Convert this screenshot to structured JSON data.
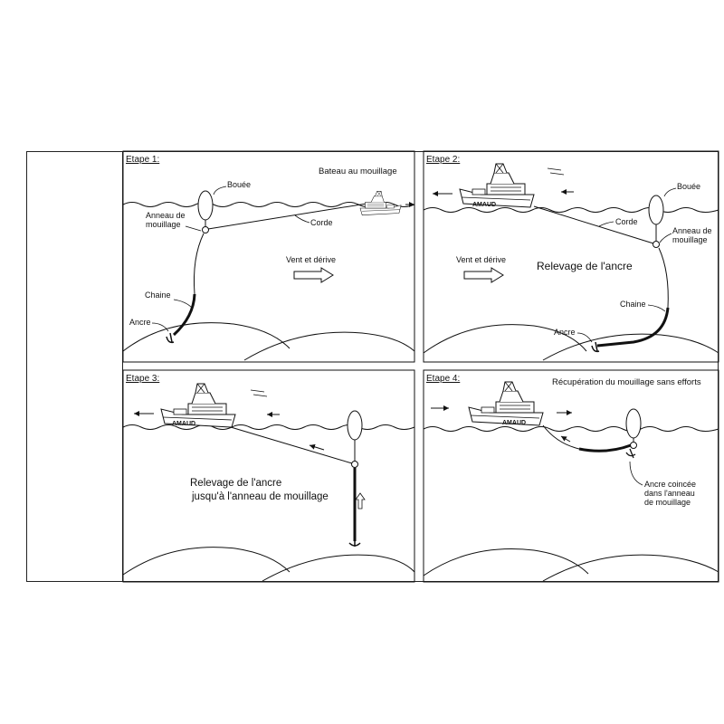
{
  "panels": [
    {
      "step": "Etape 1:",
      "caption": "Bateau au mouillage",
      "labels": {
        "buoy": "Bouée",
        "ring": [
          "Anneau de",
          "mouillage"
        ],
        "rope": "Corde",
        "wind": "Vent et dérive",
        "chain": "Chaine",
        "anchor": "Ancre"
      }
    },
    {
      "step": "Etape 2:",
      "caption": "Relevage de l'ancre",
      "labels": {
        "buoy": "Bouée",
        "ring": [
          "Anneau de",
          "mouillage"
        ],
        "rope": "Corde",
        "wind": "Vent et dérive",
        "chain": "Chaine",
        "anchor": "Ancre"
      }
    },
    {
      "step": "Etape 3:",
      "caption": [
        "Relevage de l'ancre",
        "jusqu'à l'anneau de mouillage"
      ]
    },
    {
      "step": "Etape 4:",
      "caption": "Récupération du mouillage sans efforts",
      "labels": {
        "anchor_stuck": [
          "Ancre coincée",
          "dans l'anneau",
          "de mouillage"
        ]
      }
    }
  ],
  "boat_name": "AMAUD",
  "colors": {
    "ink": "#111111",
    "paper": "#ffffff"
  }
}
